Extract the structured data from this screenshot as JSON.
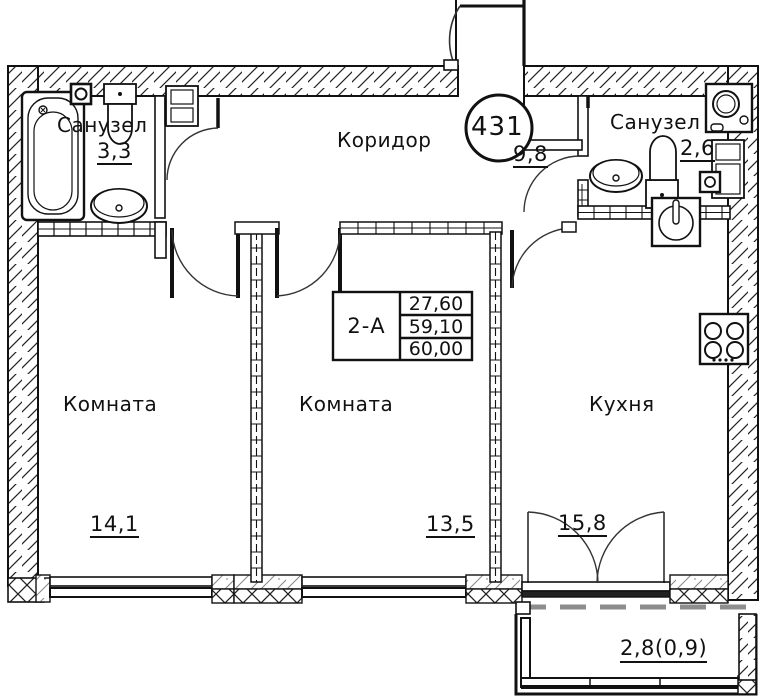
{
  "plan": {
    "flat_number": "431",
    "flat_type": "2-А",
    "areas": {
      "living_area": "27,60",
      "area_without_balcony": "59,10",
      "total_area": "60,00"
    },
    "colors": {
      "line": "#111111",
      "wall_fill": "#ffffff",
      "hatch": "#333333",
      "balcony_dash": "#888888"
    },
    "rooms": [
      {
        "id": "bath-left",
        "name": "Санузел",
        "area": "3,3"
      },
      {
        "id": "corridor",
        "name": "Коридор",
        "area": "9,8"
      },
      {
        "id": "bath-right",
        "name": "Санузел",
        "area": "2,6"
      },
      {
        "id": "room-left",
        "name": "Комната",
        "area": "14,1"
      },
      {
        "id": "room-mid",
        "name": "Комната",
        "area": "13,5"
      },
      {
        "id": "kitchen",
        "name": "Кухня",
        "area": "15,8"
      }
    ],
    "balcony": {
      "name": "balcony",
      "area": "2,8(0,9)"
    },
    "fixtures": [
      {
        "name": "bathtub"
      },
      {
        "name": "toilet"
      },
      {
        "name": "sink"
      },
      {
        "name": "washing-machine"
      },
      {
        "name": "water-heater"
      },
      {
        "name": "stove"
      },
      {
        "name": "electrical-outlet"
      }
    ]
  }
}
